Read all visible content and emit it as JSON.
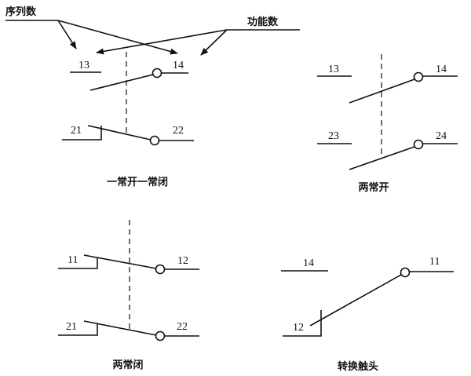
{
  "annotations": {
    "sequence_number": "序列数",
    "function_number": "功能数"
  },
  "diagrams": [
    {
      "caption": "一常开一常闭",
      "labels": [
        "13",
        "14",
        "21",
        "22"
      ]
    },
    {
      "caption": "两常开",
      "labels": [
        "13",
        "14",
        "23",
        "24"
      ]
    },
    {
      "caption": "两常闭",
      "labels": [
        "11",
        "12",
        "21",
        "22"
      ]
    },
    {
      "caption": "转换触头",
      "labels": [
        "14",
        "11",
        "12"
      ]
    }
  ]
}
